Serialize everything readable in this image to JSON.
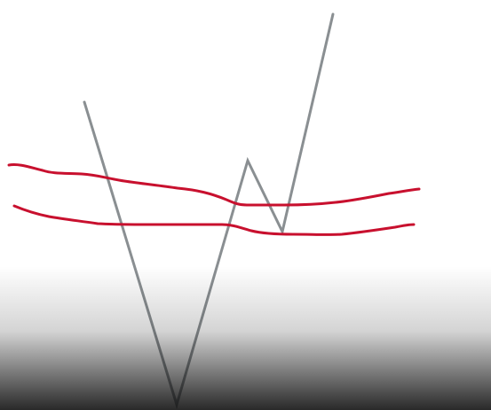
{
  "diagram": {
    "background_color": "#ffffff",
    "price_path_color": "#8a8f92",
    "band_color": "#c8102e",
    "bottom_fade_color": "#111111",
    "elements": [
      "zigzag-price-path",
      "upper-red-band-line",
      "lower-red-band-line"
    ]
  }
}
